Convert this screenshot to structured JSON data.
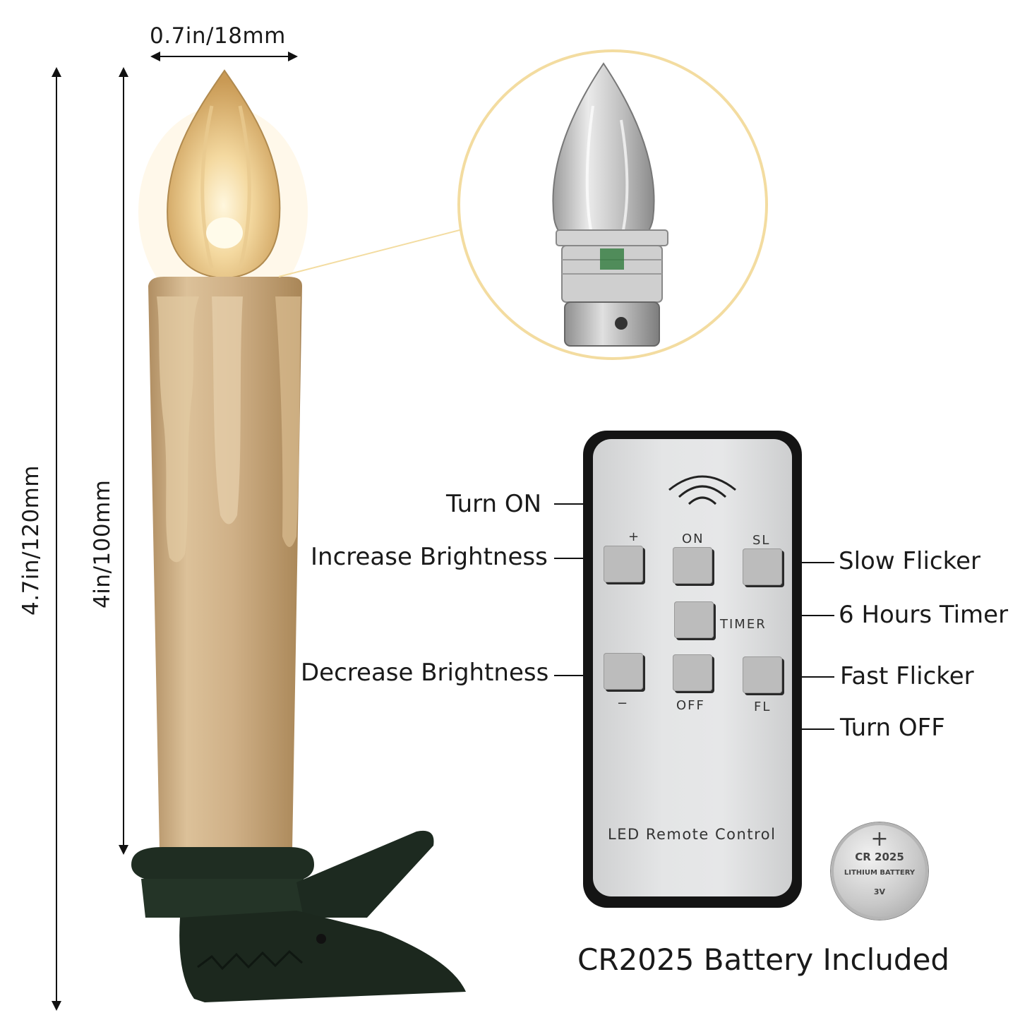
{
  "dimensions": {
    "width": "0.7in/18mm",
    "height_total": "4.7in/120mm",
    "height_body": "4in/100mm"
  },
  "remote": {
    "button_labels": {
      "plus": "+",
      "on": "ON",
      "sl": "SL",
      "timer": "TIMER",
      "minus": "−",
      "off": "OFF",
      "fl": "FL"
    },
    "brand": "LED Remote Control"
  },
  "callouts": {
    "turn_on": "Turn ON",
    "increase": "Increase Brightness",
    "decrease": "Decrease Brightness",
    "slow": "Slow Flicker",
    "timer": "6 Hours Timer",
    "fast": "Fast Flicker",
    "turn_off": "Turn OFF"
  },
  "battery": {
    "plus": "+",
    "model": "CR 2025",
    "type": "LITHIUM BATTERY",
    "voltage": "3V"
  },
  "footer": "CR2025 Battery Included",
  "colors": {
    "gold": "#c9a97d",
    "clip": "#1f2d22",
    "ring": "#f3dca0"
  }
}
